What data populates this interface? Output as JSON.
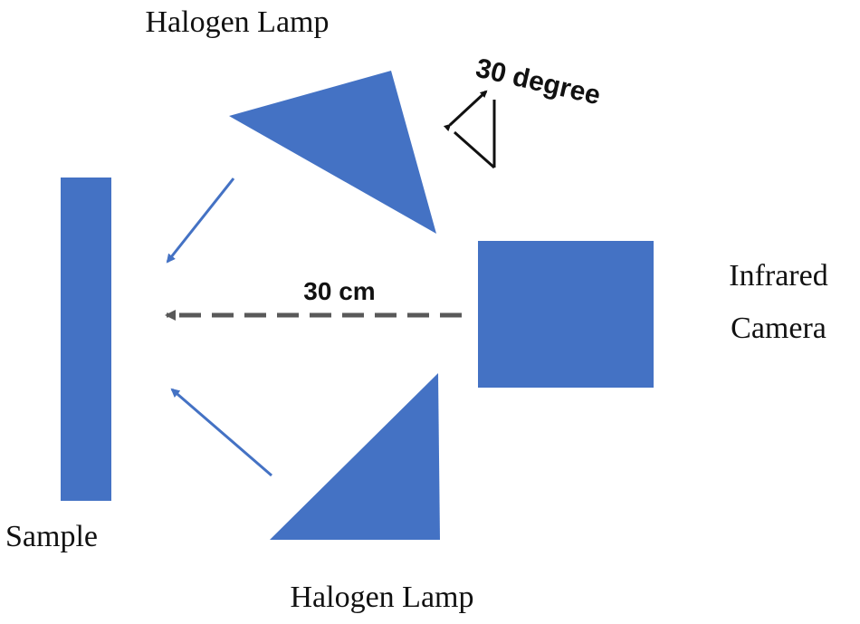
{
  "labels": {
    "top_lamp": "Halogen Lamp",
    "bottom_lamp": "Halogen Lamp",
    "sample": "Sample",
    "camera_line1": "Infrared",
    "camera_line2": "Camera",
    "distance": "30 cm",
    "angle": "30 degree"
  },
  "colors": {
    "component_fill": "#4472c4",
    "ray_arrow": "#4472c4",
    "dashed_arrow": "#595959",
    "text": "#111111"
  }
}
